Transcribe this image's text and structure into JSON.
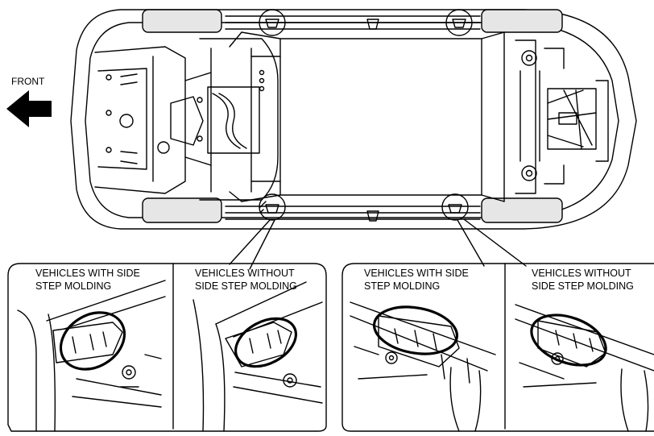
{
  "direction_label": "FRONT",
  "panels": [
    {
      "line1": "VEHICLES WITH SIDE",
      "line2": "STEP MOLDING"
    },
    {
      "line1": "VEHICLES WITHOUT",
      "line2": "SIDE STEP MOLDING"
    },
    {
      "line1": "VEHICLES WITH SIDE",
      "line2": "STEP MOLDING"
    },
    {
      "line1": "VEHICLES WITHOUT",
      "line2": "SIDE STEP MOLDING"
    }
  ],
  "colors": {
    "ink": "#000000",
    "paper": "#ffffff",
    "tire": "#e6e6e6"
  }
}
